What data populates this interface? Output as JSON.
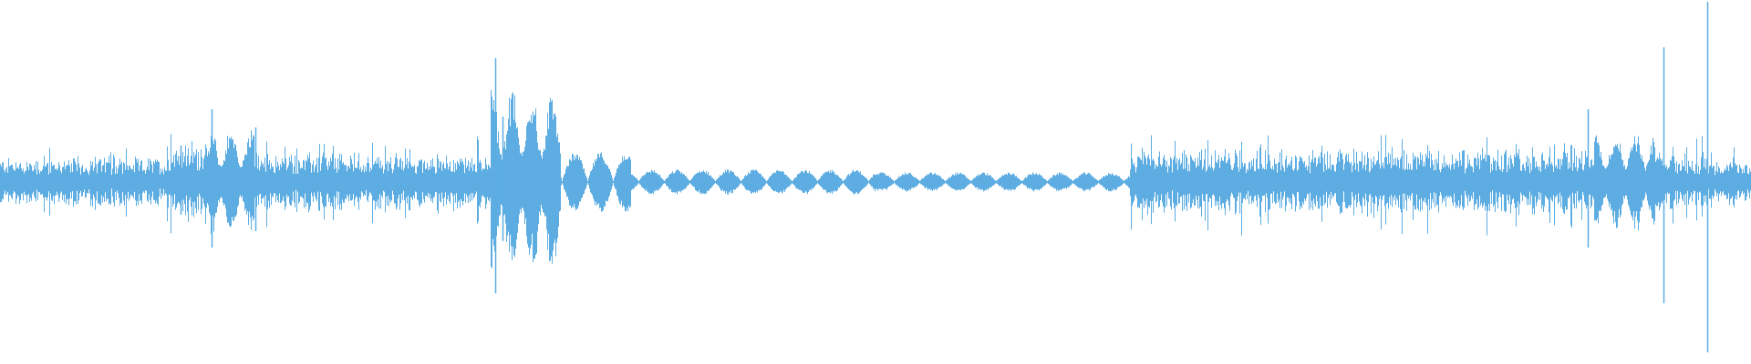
{
  "waveform": {
    "color": "#5dade2",
    "background": "#ffffff",
    "segments": [
      {
        "start": 0.0,
        "end": 0.095,
        "level": 0.06,
        "style": "noise"
      },
      {
        "start": 0.095,
        "end": 0.12,
        "level": 0.1,
        "style": "noise"
      },
      {
        "start": 0.12,
        "end": 0.145,
        "level": 0.13,
        "style": "bursts"
      },
      {
        "start": 0.145,
        "end": 0.28,
        "level": 0.07,
        "style": "noise"
      },
      {
        "start": 0.28,
        "end": 0.32,
        "level": 0.22,
        "style": "bursts"
      },
      {
        "start": 0.32,
        "end": 0.36,
        "level": 0.05,
        "style": "pulses"
      },
      {
        "start": 0.36,
        "end": 0.5,
        "level": 0.02,
        "style": "pulses"
      },
      {
        "start": 0.5,
        "end": 0.645,
        "level": 0.015,
        "style": "pulses"
      },
      {
        "start": 0.645,
        "end": 0.91,
        "level": 0.08,
        "style": "noise"
      },
      {
        "start": 0.91,
        "end": 0.945,
        "level": 0.12,
        "style": "bursts"
      },
      {
        "start": 0.945,
        "end": 0.975,
        "level": 0.07,
        "style": "noise"
      },
      {
        "start": 0.975,
        "end": 1.0,
        "level": 0.06,
        "style": "noise"
      }
    ],
    "spikes": [
      {
        "pos": 0.103,
        "level": 0.1
      },
      {
        "pos": 0.121,
        "level": 0.2
      },
      {
        "pos": 0.146,
        "level": 0.15
      },
      {
        "pos": 0.283,
        "level": 0.34
      },
      {
        "pos": 0.287,
        "level": 0.18
      },
      {
        "pos": 0.907,
        "level": 0.2
      },
      {
        "pos": 0.95,
        "level": 0.37
      },
      {
        "pos": 0.975,
        "level": 0.52
      }
    ]
  }
}
